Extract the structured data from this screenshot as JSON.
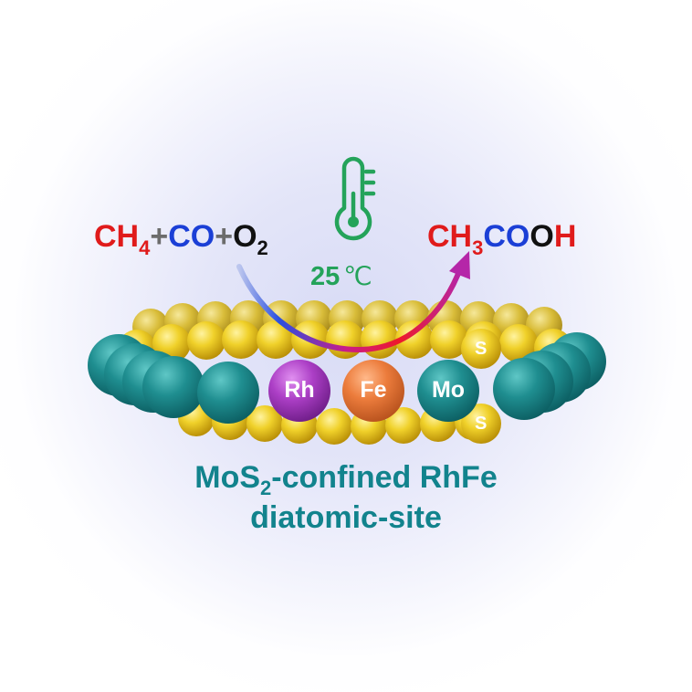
{
  "reactants": {
    "ch": "CH",
    "ch_sub": "4",
    "plus1": "+",
    "co": "CO",
    "plus2": "+",
    "o": "O",
    "o_sub": "2"
  },
  "product": {
    "ch": "CH",
    "ch_sub": "3",
    "co": "CO",
    "oh_o": "O",
    "oh_h": "H"
  },
  "conditions": {
    "temperature_value": "25",
    "temperature_unit": "℃",
    "icon": "thermometer-icon"
  },
  "atoms": {
    "rh": "Rh",
    "fe": "Fe",
    "mo": "Mo",
    "s_top": "S",
    "s_bottom": "S"
  },
  "caption": {
    "line1_prefix": "MoS",
    "line1_sub": "2",
    "line1_suffix": "-confined RhFe",
    "line2": "diatomic-site"
  },
  "colors": {
    "reactant_red": "#e01b1b",
    "reactant_blue": "#1b3fd6",
    "temperature_green": "#24a35a",
    "rh_purple": "#a43bc0",
    "fe_orange": "#e8783a",
    "mo_teal": "#1e8a8c",
    "sulfur_yellow": "#e8c41c",
    "caption_teal": "#12838d"
  }
}
